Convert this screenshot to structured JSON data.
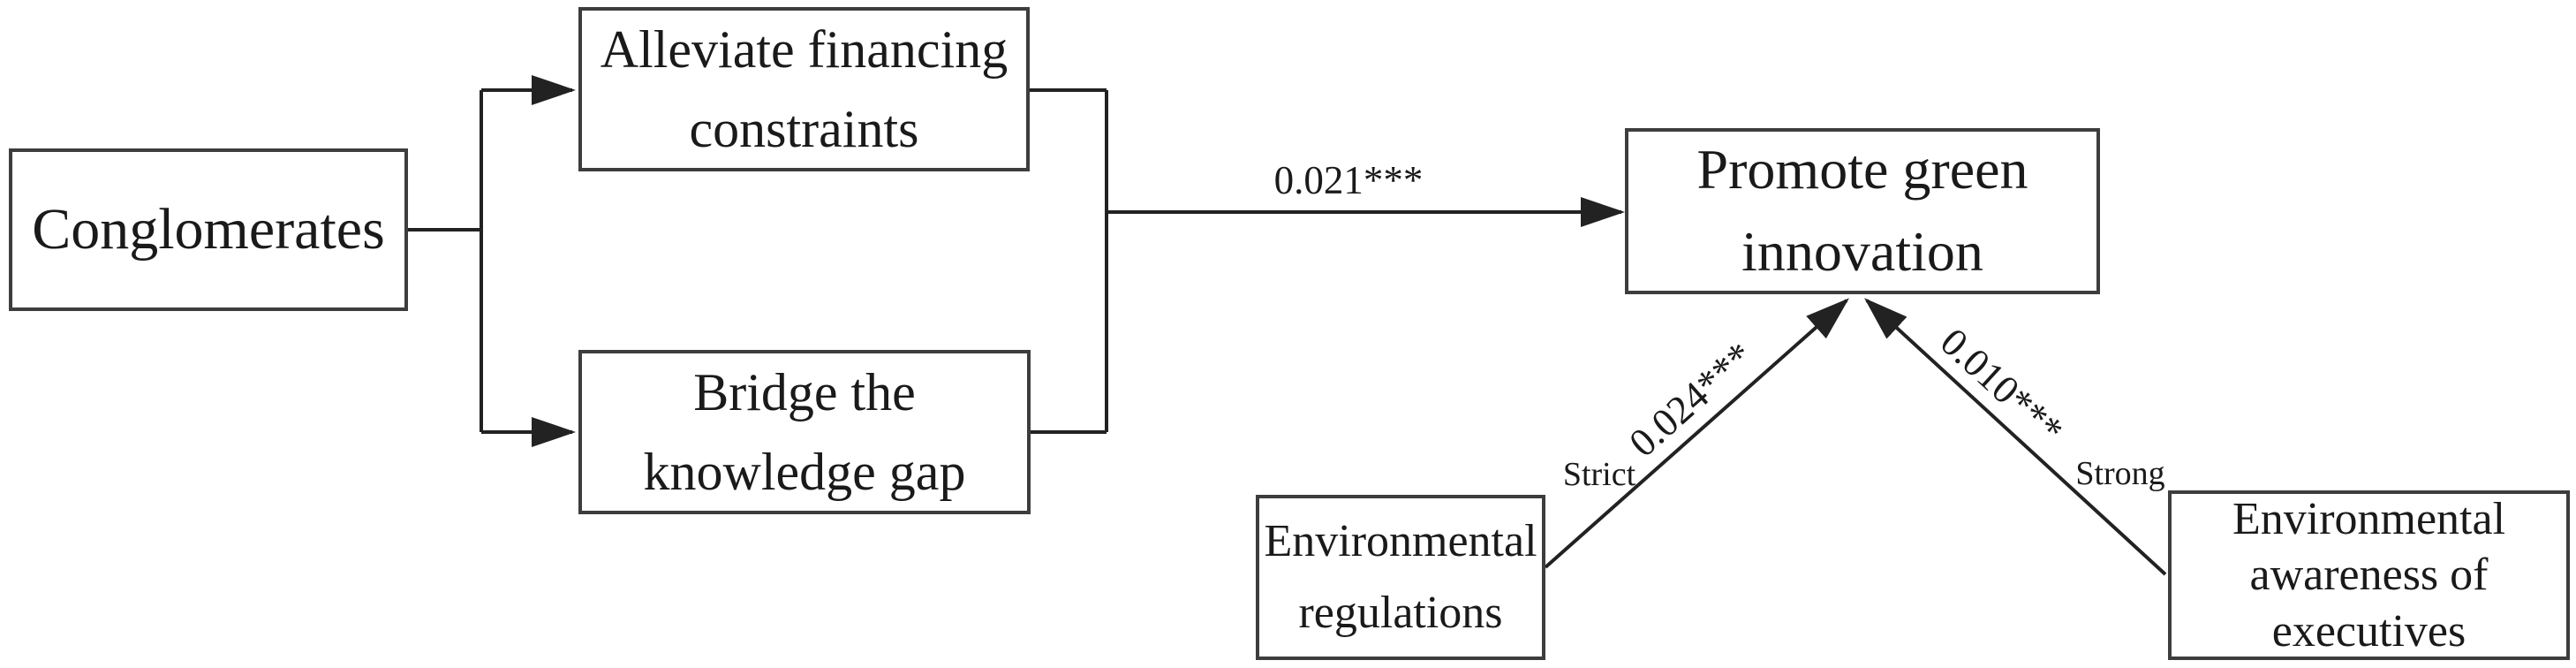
{
  "figure": {
    "type": "path-diagram",
    "background": "#ffffff",
    "line_color": "#222222",
    "box_border_color": "#3d3d3d",
    "text_color": "#1a1a1a",
    "box_fill": "#ffffff"
  },
  "nodes": {
    "conglomerates": {
      "label": "Conglomerates",
      "lines": [
        "Conglomerates"
      ]
    },
    "alleviate_financing": {
      "label": "Alleviate financing constraints",
      "lines": [
        "Alleviate financing",
        "constraints"
      ]
    },
    "bridge_knowledge": {
      "label": "Bridge the knowledge gap",
      "lines": [
        "Bridge the",
        "knowledge gap"
      ]
    },
    "promote_green": {
      "label": "Promote green innovation",
      "lines": [
        "Promote green",
        "innovation"
      ]
    },
    "environmental_regulations": {
      "label": "Environmental regulations",
      "lines": [
        "Environmental",
        "regulations"
      ]
    },
    "environmental_awareness": {
      "label": "Environmental awareness of executives",
      "lines": [
        "Environmental",
        "awareness of",
        "executives"
      ]
    }
  },
  "edges": {
    "main_effect": {
      "from": "mediators",
      "to": "promote_green",
      "coefficient": "0.021***"
    },
    "regulation_moderation": {
      "from": "environmental_regulations",
      "to": "promote_green",
      "coefficient": "0.024***",
      "level": "Strict"
    },
    "awareness_moderation": {
      "from": "environmental_awareness",
      "to": "promote_green",
      "coefficient": "0.010***",
      "level": "Strong"
    }
  }
}
